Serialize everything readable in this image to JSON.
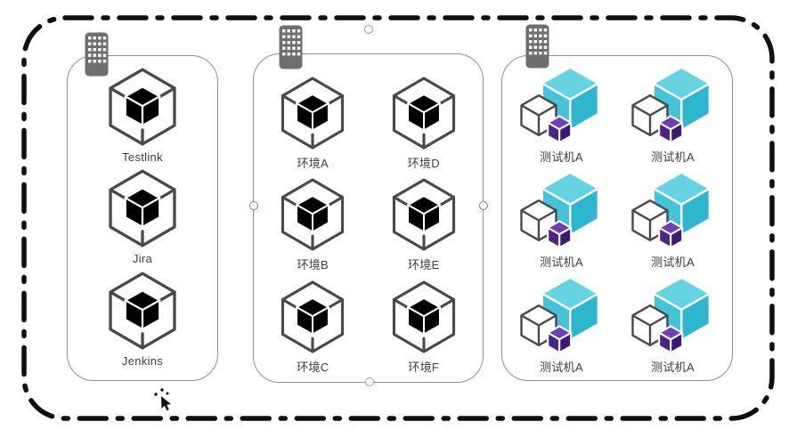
{
  "canvas": {
    "groups": [
      {
        "id": "tools",
        "item_icon": "hexagon-module-cube",
        "cube_color": "green",
        "items": [
          {
            "label": "Testlink"
          },
          {
            "label": "Jira"
          },
          {
            "label": "Jenkins"
          }
        ]
      },
      {
        "id": "environments",
        "item_icon": "hexagon-module-cube",
        "cube_color": "yellow",
        "items": [
          {
            "label": "环境A"
          },
          {
            "label": "环境B"
          },
          {
            "label": "环境C"
          },
          {
            "label": "环境D"
          },
          {
            "label": "环境E"
          },
          {
            "label": "环境F"
          }
        ]
      },
      {
        "id": "test-machines",
        "item_icon": "cube-stack-cyan-white-purple",
        "cube_color": "cyan-purple",
        "items": [
          {
            "label": "测试机A"
          },
          {
            "label": "测试机A"
          },
          {
            "label": "测试机A"
          },
          {
            "label": "测试机A"
          },
          {
            "label": "测试机A"
          },
          {
            "label": "测试机A"
          }
        ]
      }
    ],
    "group_badge_icon": "building-grid-icon",
    "selection_handles": {
      "top": "gray",
      "bottom": "gray",
      "left": "pink",
      "right": "pink"
    },
    "cursor": "arrow-with-sparkle-dots",
    "colors": {
      "outer_border": "#0f0f0f",
      "group_border": "#8f8f8f",
      "outline_stroke": "#4a4a4a",
      "green_cube_top": "#b2d96e",
      "green_cube_left": "#8cc63f",
      "green_cube_right": "#7fb52e",
      "yellow_cube_top": "#fbe88f",
      "yellow_cube_left": "#f8d848",
      "yellow_cube_right": "#f4cf29",
      "cyan_cube_top": "#66d3e2",
      "cyan_cube_left": "#43c4d9",
      "cyan_cube_right": "#2fb6cf",
      "purple_cube_top": "#6d40b5",
      "purple_cube_left": "#4a2487",
      "purple_cube_right": "#3a1a75",
      "keypad_icon": "#6e6e6e",
      "handle_pink": "#c05f72",
      "handle_gray": "#9a9a9a",
      "label_text": "#3d3d3d"
    }
  }
}
